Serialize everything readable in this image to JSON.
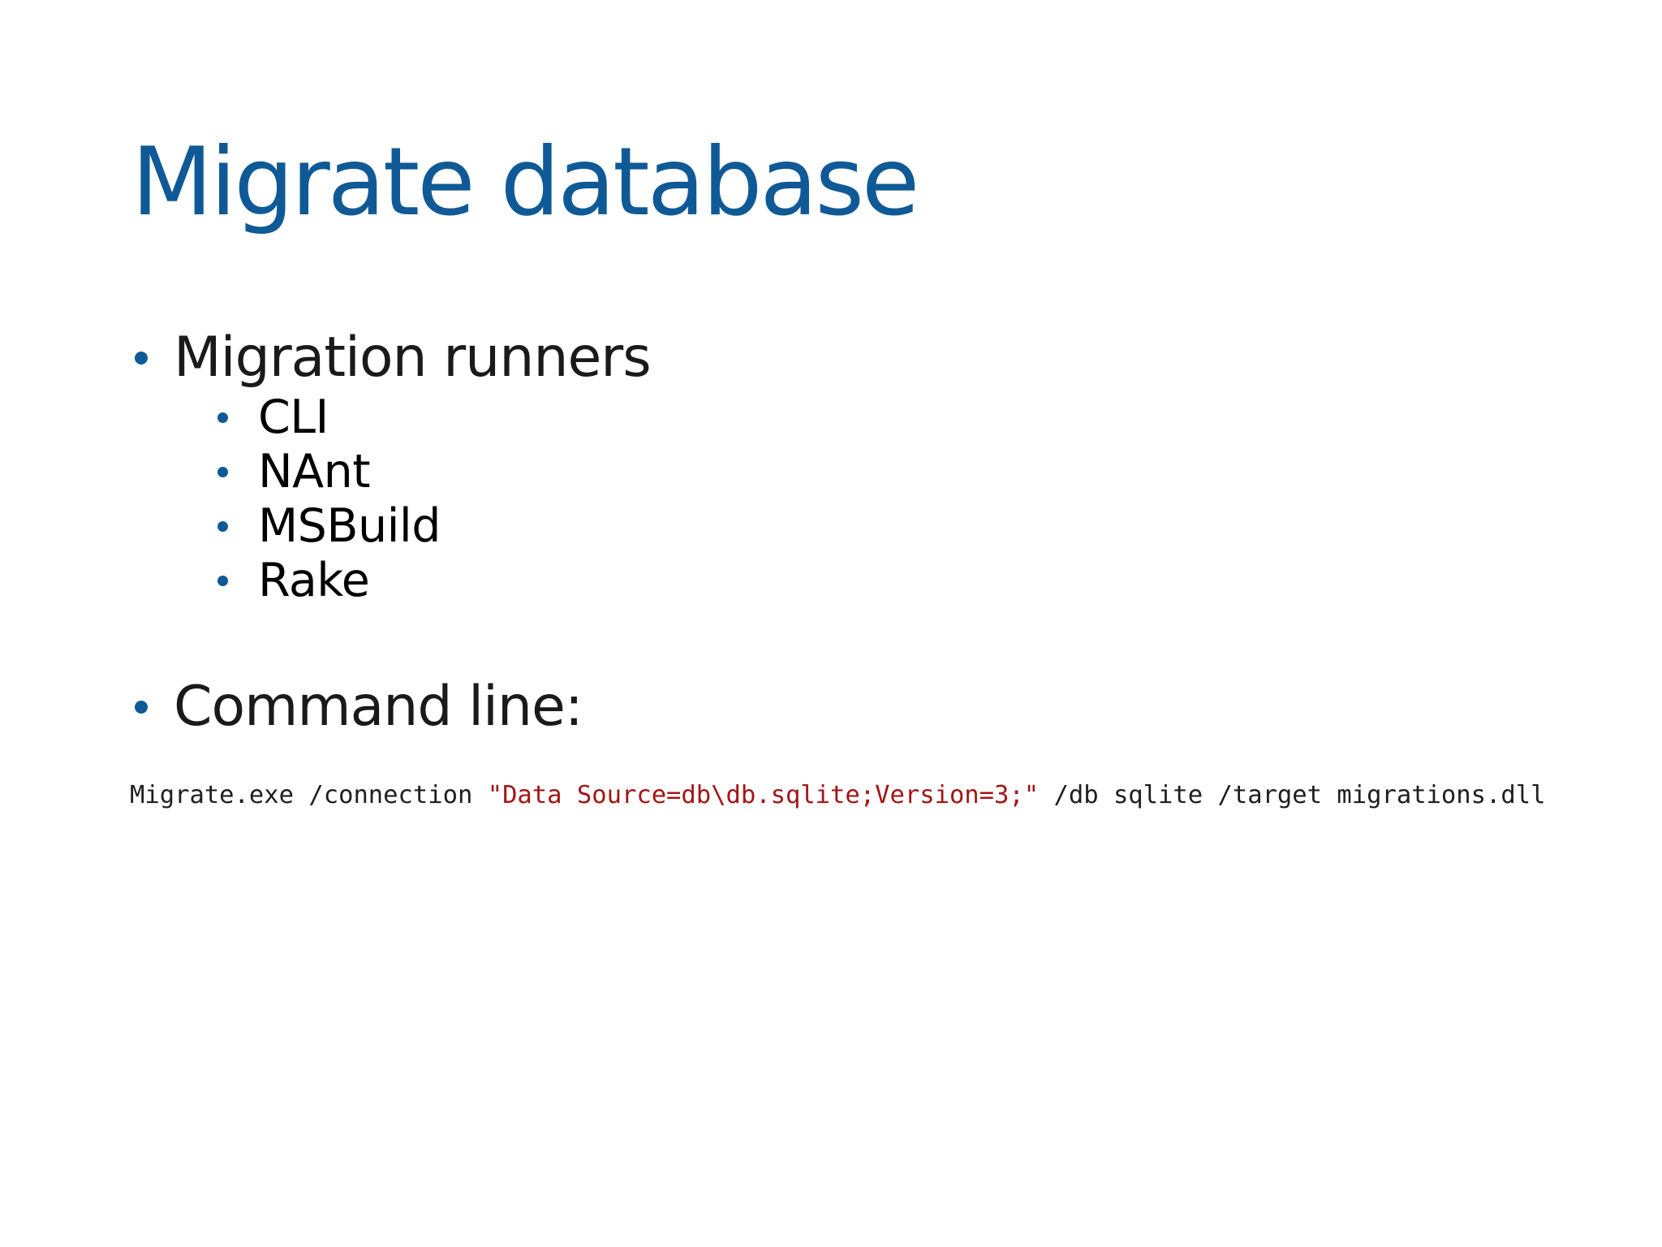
{
  "slide": {
    "title": "Migrate database",
    "bullets": [
      {
        "text": "Migration runners",
        "children": [
          "CLI",
          "NAnt",
          "MSBuild",
          "Rake"
        ]
      },
      {
        "text": "Command line:"
      }
    ],
    "command": {
      "prefix": "Migrate.exe /connection ",
      "string": "\"Data Source=db\\db.sqlite;Version=3;\"",
      "suffix": " /db sqlite /target migrations.dll"
    }
  },
  "colors": {
    "title": "#0f5a96",
    "bullet_dot": "#0f5a96",
    "code_string": "#a31515"
  }
}
